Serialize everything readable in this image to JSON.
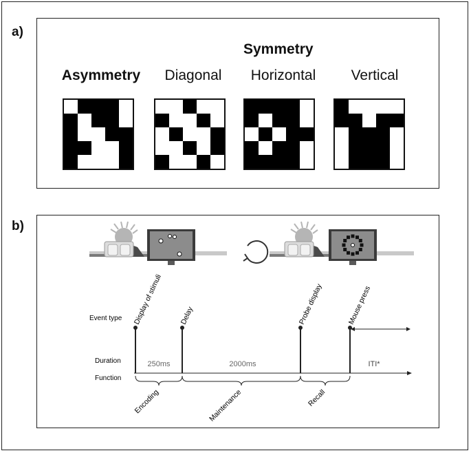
{
  "panel_a": {
    "label": "a)",
    "symmetry_header": "Symmetry",
    "columns": [
      {
        "label": "Asymmetry",
        "bold": true,
        "pattern": [
          "10001",
          "01001",
          "01100",
          "00110",
          "01110"
        ]
      },
      {
        "label": "Diagonal",
        "bold": false,
        "pattern": [
          "11011",
          "01101",
          "10110",
          "11010",
          "01101"
        ]
      },
      {
        "label": "Horizontal",
        "bold": false,
        "pattern": [
          "00001",
          "01001",
          "10100",
          "01001",
          "00001"
        ]
      },
      {
        "label": "Vertical",
        "bold": false,
        "pattern": [
          "01111",
          "00100",
          "10001",
          "10001",
          "10001"
        ]
      }
    ]
  },
  "panel_b": {
    "label": "b)",
    "row_labels": {
      "event_type": "Event type",
      "duration": "Duration",
      "function": "Function"
    },
    "events": [
      "Display of stimuli",
      "Delay",
      "Probe display",
      "Mouse press"
    ],
    "durations": [
      "250ms",
      "2000ms",
      "ITI*"
    ],
    "functions": [
      "Encoding",
      "Maintenance",
      "Recall"
    ],
    "colors": {
      "head": "#b5b5b5",
      "body": "#4a4a4a",
      "screen": "#8c8c8c",
      "desk": "#d0d0d0",
      "line": "#222222"
    }
  }
}
